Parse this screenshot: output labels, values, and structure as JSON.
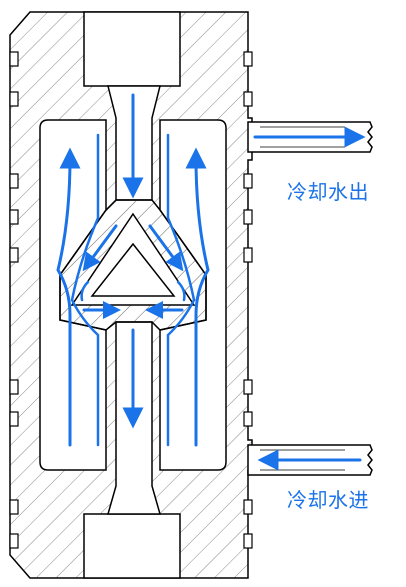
{
  "labels": {
    "coolant_out": "冷却水出",
    "coolant_in": "冷却水进"
  },
  "colors": {
    "flow_arrow": "#1a73e8",
    "label_text": "#1a73e8",
    "outline": "#000000",
    "hatch": "#8a8a8a",
    "background": "#ffffff"
  },
  "icons": {
    "flow": "flow-arrow-icon",
    "hatch": "cross-section-hatch"
  }
}
